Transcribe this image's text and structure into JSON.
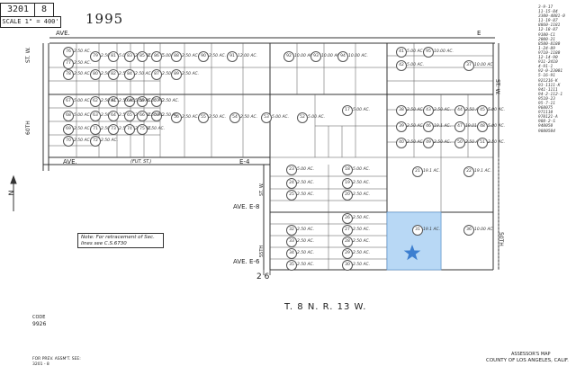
{
  "header": {
    "book": "3201",
    "page": "8",
    "scale": "SCALE 1\" = 400'",
    "year": "1995"
  },
  "roads": {
    "ave_top_left": "AVE.",
    "ave_top_right": "E",
    "ave_mid_left": "AVE.",
    "e4": "E-4",
    "e6": "AVE. E-6",
    "e8": "AVE. E-8",
    "e8_num": "8",
    "st_w_left": "ST. W.",
    "st_w_right": "ST. W.",
    "st_w_mid": "ST. W.",
    "sixtieth": "60TH",
    "fiftieth": "50TH",
    "fifty_fifth": "55TH",
    "fut_st": "(FUT. ST.)"
  },
  "labels": {
    "township": "T. 8 N.   R. 13 W.",
    "code_title": "CODE",
    "code_value": "9926",
    "section_num": "2 6",
    "prev_assmt": "FOR PREV. ASSM'T. SEE:",
    "prev_assmt_ref": "3201 - 8",
    "assessor_map": "ASSESSOR'S MAP",
    "county": "COUNTY OF LOS ANGELES, CALIF.",
    "note": "Note: For retracement of Sec. lines see C.S.6730",
    "north": "N"
  },
  "parcels": [
    {
      "num": "79",
      "acre": "2.50 AC."
    },
    {
      "num": "80",
      "acre": "2.50 AC."
    },
    {
      "num": "81",
      "acre": "5.00 AC."
    },
    {
      "num": "82",
      "acre": "2.50 AC."
    },
    {
      "num": "83",
      "acre": "2.50 AC."
    },
    {
      "num": "84",
      "acre": "2.50 AC."
    },
    {
      "num": "85",
      "acre": "2.50 AC."
    },
    {
      "num": "86",
      "acre": "5.00 AC."
    },
    {
      "num": "87",
      "acre": "2.50 AC."
    },
    {
      "num": "88",
      "acre": "2.50 AC."
    },
    {
      "num": "89",
      "acre": "2.50 AC."
    },
    {
      "num": "90",
      "acre": "2.50 AC."
    },
    {
      "num": "91",
      "acre": "12.00 AC."
    },
    {
      "num": "92",
      "acre": "10.00 AC."
    },
    {
      "num": "93",
      "acre": "10.00 AC."
    },
    {
      "num": "94",
      "acre": "10.00 AC."
    },
    {
      "num": "95",
      "acre": "10.00 AC."
    },
    {
      "num": "17",
      "acre": "5.00 AC."
    },
    {
      "num": "18",
      "acre": "5.00 AC."
    },
    {
      "num": "19",
      "acre": "2.50 AC."
    },
    {
      "num": "20",
      "acre": "2.50 AC."
    },
    {
      "num": "21",
      "acre": "19.1 AC."
    },
    {
      "num": "22",
      "acre": "19.1 AC."
    },
    {
      "num": "23",
      "acre": "5.00 AC."
    },
    {
      "num": "24",
      "acre": "2.50 AC."
    },
    {
      "num": "25",
      "acre": "2.50 AC."
    },
    {
      "num": "26",
      "acre": "2.50 AC."
    },
    {
      "num": "27",
      "acre": "2.50 AC."
    },
    {
      "num": "28",
      "acre": "2.50 AC."
    },
    {
      "num": "29",
      "acre": "2.50 AC."
    },
    {
      "num": "30",
      "acre": "2.50 AC."
    },
    {
      "num": "31",
      "acre": "19.1 AC."
    },
    {
      "num": "32",
      "acre": "2.50 AC."
    },
    {
      "num": "33",
      "acre": "2.50 AC."
    },
    {
      "num": "34",
      "acre": "2.50 AC."
    },
    {
      "num": "35",
      "acre": "2.50 AC."
    },
    {
      "num": "36",
      "acre": "10.00 AC."
    },
    {
      "num": "37",
      "acre": "10.00 AC."
    },
    {
      "num": "38",
      "acre": "2.50 AC."
    },
    {
      "num": "39",
      "acre": "2.50 AC."
    },
    {
      "num": "40",
      "acre": "2.50 AC."
    },
    {
      "num": "41",
      "acre": "5.00 AC."
    },
    {
      "num": "42",
      "acre": "5.00 AC."
    },
    {
      "num": "43",
      "acre": "2.50 AC."
    },
    {
      "num": "44",
      "acre": "2.50 AC."
    },
    {
      "num": "45",
      "acre": "5.00 AC."
    },
    {
      "num": "46",
      "acre": "19.1 AC."
    },
    {
      "num": "47",
      "acre": "19.01 AC."
    },
    {
      "num": "48",
      "acre": "5.00 AC."
    },
    {
      "num": "49",
      "acre": "2.50 AC."
    },
    {
      "num": "50",
      "acre": "2.50 AC."
    },
    {
      "num": "51",
      "acre": "2.50 AC."
    },
    {
      "num": "52",
      "acre": "5.00 AC."
    },
    {
      "num": "53",
      "acre": "5.00 AC."
    },
    {
      "num": "54",
      "acre": "2.50 AC."
    },
    {
      "num": "55",
      "acre": "2.50 AC."
    },
    {
      "num": "56",
      "acre": "2.50 AC."
    },
    {
      "num": "57",
      "acre": "2.50 AC."
    },
    {
      "num": "58",
      "acre": "2.50 AC."
    },
    {
      "num": "59",
      "acre": "5.00 AC."
    },
    {
      "num": "60",
      "acre": "5.00 AC."
    },
    {
      "num": "61",
      "acre": "2.50 AC."
    },
    {
      "num": "62",
      "acre": "2.50 AC."
    },
    {
      "num": "63",
      "acre": "2.50 AC."
    },
    {
      "num": "64",
      "acre": "2.50 AC."
    },
    {
      "num": "65",
      "acre": "2.50 AC."
    },
    {
      "num": "66",
      "acre": "2.50 AC."
    },
    {
      "num": "67",
      "acre": "5.00 AC."
    },
    {
      "num": "68",
      "acre": "5.00 AC."
    },
    {
      "num": "69",
      "acre": "2.50 AC."
    },
    {
      "num": "70",
      "acre": "2.50 AC."
    },
    {
      "num": "71",
      "acre": "2.50 AC."
    },
    {
      "num": "72",
      "acre": "2.50 AC."
    },
    {
      "num": "73",
      "acre": "2.50 AC."
    },
    {
      "num": "74",
      "acre": "2.50 AC."
    },
    {
      "num": "75",
      "acre": "2.50 AC."
    },
    {
      "num": "76",
      "acre": "2.50 AC."
    },
    {
      "num": "77",
      "acre": "2.50 AC."
    },
    {
      "num": "78",
      "acre": "2.50 AC."
    }
  ],
  "revisions": "3-9-17\n11-15-84\n3300-4881-0\n11-19-87\n8860-1181\n12-18-87\n9100-C1\n2000-21\n8500-8180\n1-24-89\n9710-1180\n12-14-90\n911-2410\n4-91-1\n92-0-23001\n5-16-91\n921216-K\n93-1111-K\n941-1111\n94-2-112-1\n9510-23\n95-7-11\n960075\n971110\n970121-A\n980-2-S\n940050\n9800504",
  "marker": {
    "highlight_color": "#b8d8f5",
    "star_color": "#3d7fd0",
    "star_icon": "star-icon"
  }
}
